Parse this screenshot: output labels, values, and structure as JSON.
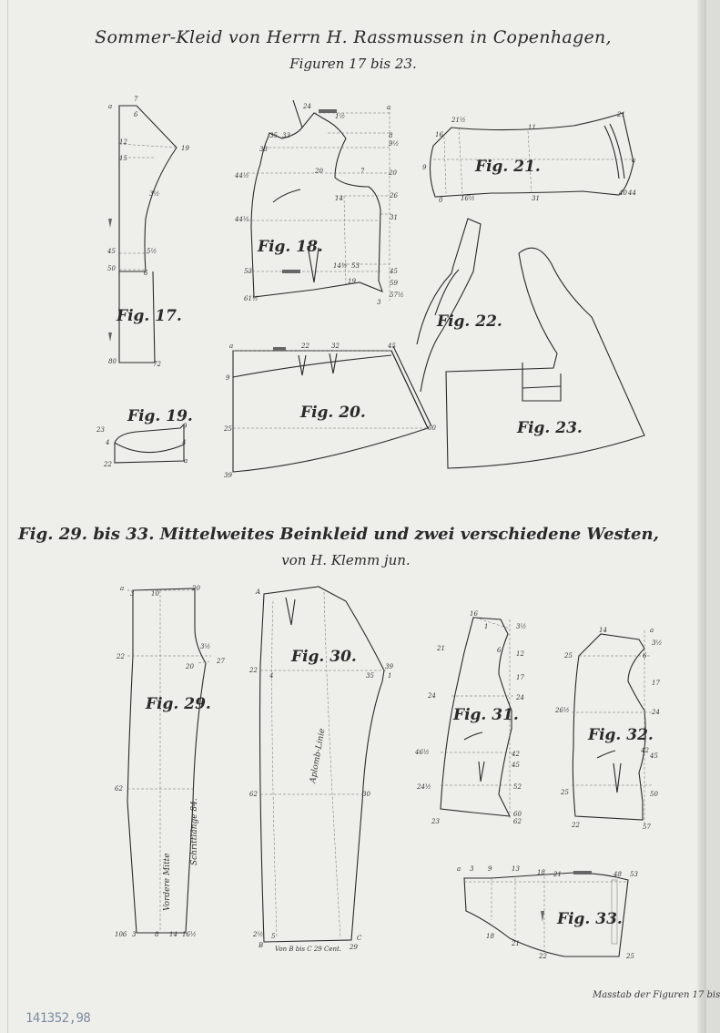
{
  "header": {
    "title": "Sommer-Kleid von Herrn H. Rassmussen in Copenhagen,",
    "subtitle": "Figuren 17 bis 23."
  },
  "section2": {
    "title": "Fig. 29. bis 33. Mittelweites Beinkleid und zwei verschiedene Westen,",
    "subtitle": "von H. Klemm jun."
  },
  "figures": {
    "fig17": "Fig. 17.",
    "fig18": "Fig. 18.",
    "fig19": "Fig. 19.",
    "fig20": "Fig. 20.",
    "fig21": "Fig. 21.",
    "fig22": "Fig. 22.",
    "fig23": "Fig. 23.",
    "fig29": "Fig. 29.",
    "fig30": "Fig. 30.",
    "fig31": "Fig. 31.",
    "fig32": "Fig. 32.",
    "fig33": "Fig. 33."
  },
  "annotations": {
    "vordere_mitte": "Vordere Mitte",
    "schrittlaenge": "Schrittlänge 84.",
    "aplomb_linie": "Aplomb-Linie",
    "von_b_bis_c": "Von B bis C 29 Cent."
  },
  "footer": {
    "scale_note": "Masstab der Figuren 17 bis"
  },
  "stamp": {
    "inventory_number": "141352,98"
  },
  "labels": {
    "f17": [
      "a",
      "7",
      "6",
      "12",
      "15",
      "19",
      "3½",
      "45",
      "5½",
      "50",
      "6",
      "80",
      "72"
    ],
    "f18": [
      "24",
      "1½",
      "a",
      "35",
      "33",
      "8",
      "9½",
      "38",
      "44½",
      "20",
      "7",
      "20",
      "14",
      "26",
      "31",
      "44½",
      "14½",
      "53",
      "53",
      "45",
      "59",
      "61½",
      "19",
      "3",
      "57½"
    ],
    "f19": [
      "9",
      "4",
      "4",
      "23",
      "22",
      "a"
    ],
    "f20": [
      "a",
      "22",
      "32",
      "45",
      "9",
      "25",
      "60",
      "39"
    ],
    "f21": [
      "21½",
      "16",
      "11",
      "21",
      "9",
      "0",
      "16½",
      "31",
      "40",
      "44",
      "a"
    ],
    "f29": [
      "a",
      "3",
      "10",
      "20",
      "22",
      "20",
      "3½",
      "27",
      "62",
      "106",
      "3",
      "8",
      "14",
      "16½"
    ],
    "f30": [
      "A",
      "22",
      "4",
      "39",
      "35",
      "1",
      "62",
      "30",
      "B",
      "2½",
      "5",
      "C",
      "29"
    ],
    "f31": [
      "16",
      "1",
      "3½",
      "21",
      "6",
      "12",
      "17",
      "24",
      "24",
      "46½",
      "42",
      "45",
      "24½",
      "52",
      "60",
      "23",
      "62"
    ],
    "f32": [
      "14",
      "a",
      "3½",
      "25",
      "6",
      "17",
      "26½",
      "24",
      "42",
      "45",
      "25",
      "50",
      "22",
      "57"
    ],
    "f33": [
      "a",
      "3",
      "9",
      "13",
      "18",
      "21",
      "48",
      "53",
      "18",
      "21",
      "22",
      "25"
    ]
  }
}
